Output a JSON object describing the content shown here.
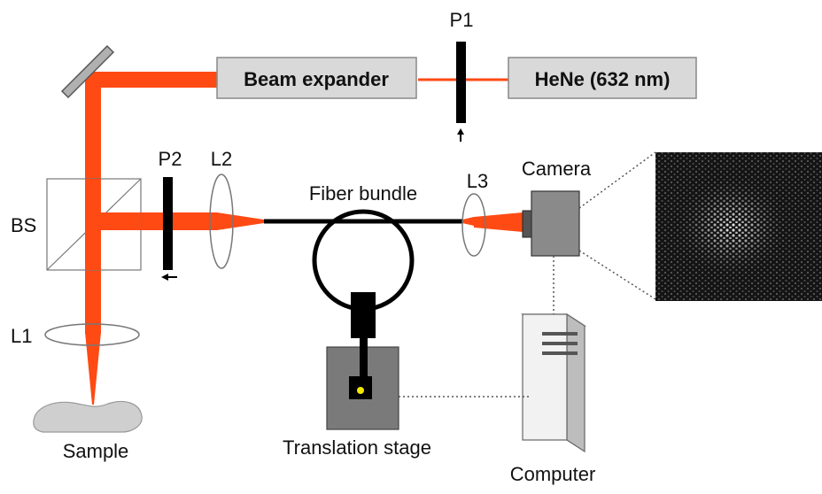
{
  "diagram": {
    "labels": {
      "beam_expander": "Beam expander",
      "hene": "HeNe (632 nm)",
      "p1": "P1",
      "p2": "P2",
      "l2": "L2",
      "l3": "L3",
      "bs": "BS",
      "l1": "L1",
      "fiber_bundle": "Fiber bundle",
      "camera": "Camera",
      "sample": "Sample",
      "translation_stage": "Translation stage",
      "computer": "Computer"
    },
    "colors": {
      "beam": "#ff4a14",
      "box_fill": "#d9d9d9",
      "dark_fill": "#7a7a7a",
      "speckle_bg": "#141414"
    }
  }
}
